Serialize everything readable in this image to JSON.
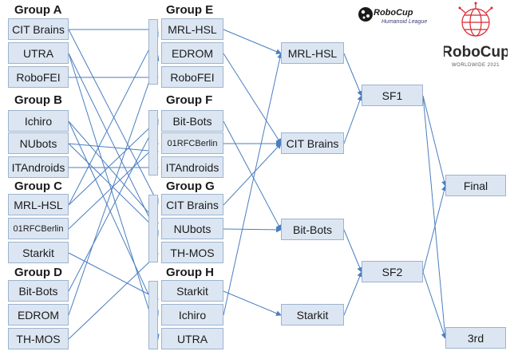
{
  "groups_col1": [
    {
      "name": "Group A",
      "teams": [
        "CIT Brains",
        "UTRA",
        "RoboFEI"
      ]
    },
    {
      "name": "Group B",
      "teams": [
        "Ichiro",
        "NUbots",
        "ITAndroids"
      ]
    },
    {
      "name": "Group C",
      "teams": [
        "MRL-HSL",
        "01RFCBerlin",
        "Starkit"
      ]
    },
    {
      "name": "Group D",
      "teams": [
        "Bit-Bots",
        "EDROM",
        "TH-MOS"
      ]
    }
  ],
  "groups_col2": [
    {
      "name": "Group E",
      "teams": [
        "MRL-HSL",
        "EDROM",
        "RoboFEI"
      ]
    },
    {
      "name": "Group F",
      "teams": [
        "Bit-Bots",
        "01RFCBerlin",
        "ITAndroids"
      ]
    },
    {
      "name": "Group G",
      "teams": [
        "CIT Brains",
        "NUbots",
        "TH-MOS"
      ]
    },
    {
      "name": "Group H",
      "teams": [
        "Starkit",
        "Ichiro",
        "UTRA"
      ]
    }
  ],
  "quarterfinals": [
    "MRL-HSL",
    "CIT Brains",
    "Bit-Bots",
    "Starkit"
  ],
  "semifinals": [
    "SF1",
    "SF2"
  ],
  "finals": [
    "Final",
    "3rd"
  ],
  "logos": {
    "hl_brand": "RoboCup",
    "hl_sub": "Humanoid League",
    "main_brand": "RoboCup",
    "main_sub": "WORLDWIDE 2021"
  },
  "colors": {
    "box_fill": "#dce6f2",
    "box_border": "#9db3cf",
    "line": "#4a7ec0",
    "logo_red": "#d9262e"
  }
}
